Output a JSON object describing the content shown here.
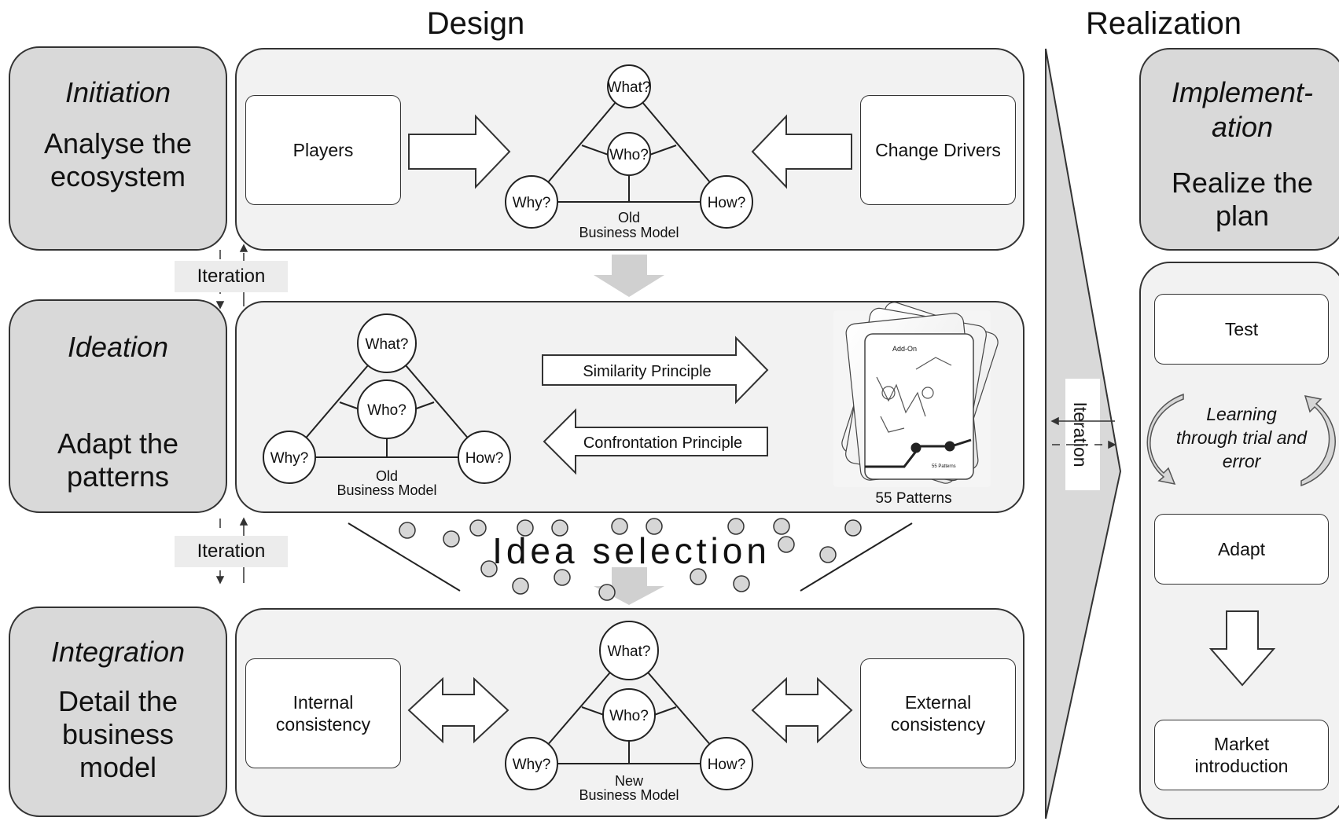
{
  "headers": {
    "design": "Design",
    "realization": "Realization"
  },
  "phases": {
    "initiation": {
      "title": "Initiation",
      "desc1": "Analyse the",
      "desc2": "ecosystem"
    },
    "ideation": {
      "title": "Ideation",
      "desc1": "Adapt the",
      "desc2": "patterns"
    },
    "integration": {
      "title": "Integration",
      "desc1": "Detail the",
      "desc2": "business",
      "desc3": "model"
    },
    "implementation": {
      "title1": "Implement-",
      "title2": "ation",
      "desc1": "Realize the",
      "desc2": "plan"
    }
  },
  "iteration_label": "Iteration",
  "row1": {
    "left_box": "Players",
    "right_box": "Change Drivers"
  },
  "row2": {
    "similarity": "Similarity Principle",
    "confrontation": "Confrontation Principle",
    "patterns_caption": "55 Patterns",
    "card_label": "Add-On",
    "card_footer": "55 Patterns"
  },
  "idea_selection": "Idea selection",
  "row3": {
    "left_box_1": "Internal",
    "left_box_2": "consistency",
    "right_box_1": "External",
    "right_box_2": "consistency"
  },
  "triangle": {
    "what": "What?",
    "who": "Who?",
    "why": "Why?",
    "how": "How?",
    "old_1": "Old",
    "new_1": "New",
    "model_2": "Business Model"
  },
  "realization": {
    "test": "Test",
    "learning_1": "Learning",
    "learning_2": "through trial and",
    "learning_3": "error",
    "adapt": "Adapt",
    "market_1": "Market",
    "market_2": "introduction"
  },
  "colors": {
    "phase_fill": "#d9d9d9",
    "panel_fill": "#f2f2f2",
    "arrow_gray": "#d0d0d0",
    "stroke": "#333333"
  }
}
